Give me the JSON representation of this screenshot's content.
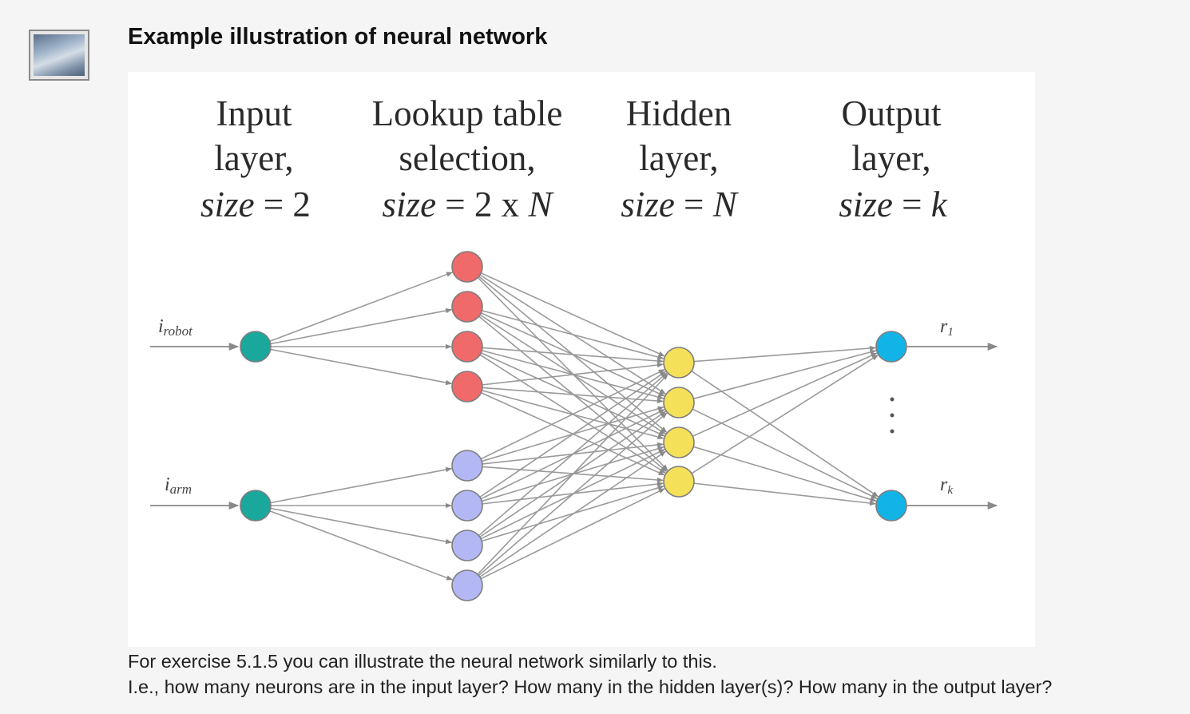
{
  "title": "Example illustration of neural network",
  "thumbnail_icon": "image-thumbnail-icon",
  "diagram": {
    "layers": [
      {
        "name": "input",
        "title1": "Input",
        "title2": "layer,",
        "size_expr": "size = 2",
        "color": "#1aa89c",
        "count": 2
      },
      {
        "name": "lookup",
        "title1": "Lookup table",
        "title2": "selection,",
        "size_expr": "size = 2 x N",
        "colors": [
          "#f06a6a",
          "#b3b8f5"
        ],
        "count": 8
      },
      {
        "name": "hidden",
        "title1": "Hidden",
        "title2": "layer,",
        "size_expr": "size = N",
        "color": "#f5e05a",
        "count": 4
      },
      {
        "name": "output",
        "title1": "Output",
        "title2": "layer,",
        "size_expr": "size = k",
        "color": "#12b4e8",
        "count": 2
      }
    ],
    "input_labels": [
      "i_robot",
      "i_arm"
    ],
    "output_labels": [
      "r_1",
      "r_k"
    ]
  },
  "caption": {
    "line1": "For exercise 5.1.5 you can illustrate the neural network similarly to this.",
    "line2": "I.e., how many neurons are in the input layer? How many in the hidden layer(s)? How many in the output layer?"
  }
}
